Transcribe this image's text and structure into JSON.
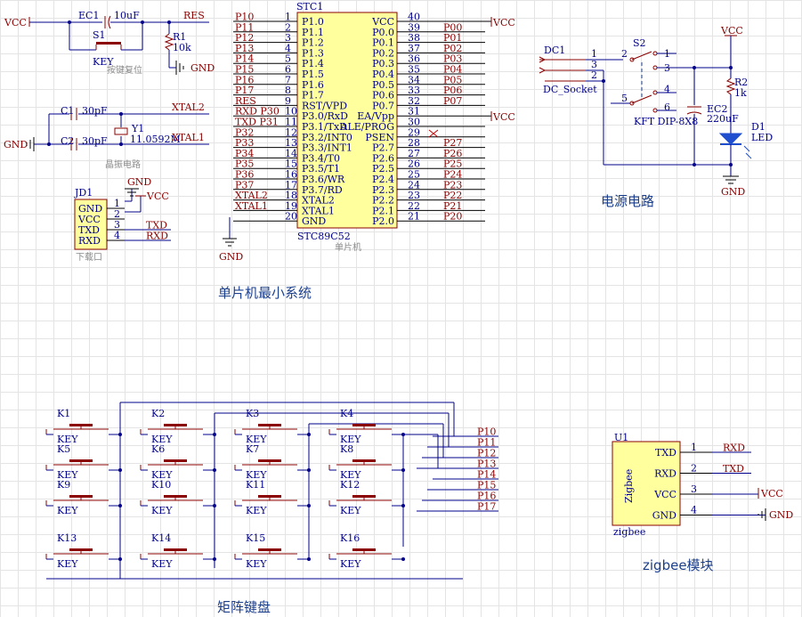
{
  "sections": {
    "mcu": "单片机最小系统",
    "power": "电源电路",
    "keypad": "矩阵键盘",
    "zigbee": "zigbee模块",
    "reset": "按键复位",
    "crystal": "晶振电路",
    "download": "下载口"
  },
  "mcu": {
    "ref": "STC1",
    "part": "STC89C52",
    "desc": "单片机",
    "left_pins": [
      {
        "num": "1",
        "pin": "P1.0",
        "net": "P10"
      },
      {
        "num": "2",
        "pin": "P1.1",
        "net": "P11"
      },
      {
        "num": "3",
        "pin": "P1.2",
        "net": "P12"
      },
      {
        "num": "4",
        "pin": "P1.3",
        "net": "P13"
      },
      {
        "num": "5",
        "pin": "P1.4",
        "net": "P14"
      },
      {
        "num": "6",
        "pin": "P1.5",
        "net": "P15"
      },
      {
        "num": "7",
        "pin": "P1.6",
        "net": "P16"
      },
      {
        "num": "8",
        "pin": "P1.7",
        "net": "P17"
      },
      {
        "num": "9",
        "pin": "RST/VPD",
        "net": "RES"
      },
      {
        "num": "10",
        "pin": "P3.0/RxD",
        "net": "RXD P30"
      },
      {
        "num": "11",
        "pin": "P3.1/TxD",
        "net": "TXD P31"
      },
      {
        "num": "12",
        "pin": "P3.2/INT0",
        "net": "P32"
      },
      {
        "num": "13",
        "pin": "P3.3/INT1",
        "net": "P33"
      },
      {
        "num": "14",
        "pin": "P3.4/T0",
        "net": "P34"
      },
      {
        "num": "15",
        "pin": "P3.5/T1",
        "net": "P35"
      },
      {
        "num": "16",
        "pin": "P3.6/WR",
        "net": "P36"
      },
      {
        "num": "17",
        "pin": "P3.7/RD",
        "net": "P37"
      },
      {
        "num": "18",
        "pin": "XTAL2",
        "net": "XTAL2"
      },
      {
        "num": "19",
        "pin": "XTAL1",
        "net": "XTAL1"
      },
      {
        "num": "20",
        "pin": "GND",
        "net": ""
      }
    ],
    "right_pins": [
      {
        "num": "40",
        "pin": "VCC",
        "net": ""
      },
      {
        "num": "39",
        "pin": "P0.0",
        "net": "P00"
      },
      {
        "num": "38",
        "pin": "P0.1",
        "net": "P01"
      },
      {
        "num": "37",
        "pin": "P0.2",
        "net": "P02"
      },
      {
        "num": "36",
        "pin": "P0.3",
        "net": "P03"
      },
      {
        "num": "35",
        "pin": "P0.4",
        "net": "P04"
      },
      {
        "num": "34",
        "pin": "P0.5",
        "net": "P05"
      },
      {
        "num": "33",
        "pin": "P0.6",
        "net": "P06"
      },
      {
        "num": "32",
        "pin": "P0.7",
        "net": "P07"
      },
      {
        "num": "31",
        "pin": "EA/Vpp",
        "net": ""
      },
      {
        "num": "30",
        "pin": "ALE/PROG",
        "net": ""
      },
      {
        "num": "29",
        "pin": "PSEN",
        "net": ""
      },
      {
        "num": "28",
        "pin": "P2.7",
        "net": "P27"
      },
      {
        "num": "27",
        "pin": "P2.6",
        "net": "P26"
      },
      {
        "num": "26",
        "pin": "P2.5",
        "net": "P25"
      },
      {
        "num": "25",
        "pin": "P2.4",
        "net": "P24"
      },
      {
        "num": "24",
        "pin": "P2.3",
        "net": "P23"
      },
      {
        "num": "23",
        "pin": "P2.2",
        "net": "P22"
      },
      {
        "num": "22",
        "pin": "P2.1",
        "net": "P21"
      },
      {
        "num": "21",
        "pin": "P2.0",
        "net": "P20"
      }
    ]
  },
  "reset": {
    "cap_ref": "EC1",
    "cap_val": "10uF",
    "sw_ref": "S1",
    "sw_val": "KEY",
    "res_ref": "R1",
    "res_val": "10k",
    "net_res": "RES"
  },
  "crystal": {
    "c1": "C1",
    "c1_val": "30pF",
    "c2": "C2",
    "c2_val": "30pF",
    "y_ref": "Y1",
    "y_val": "11.0592M",
    "net_x2": "XTAL2",
    "net_x1": "XTAL1"
  },
  "download": {
    "ref": "JD1",
    "pins": [
      {
        "num": "1",
        "name": "GND",
        "net": ""
      },
      {
        "num": "2",
        "name": "VCC",
        "net": ""
      },
      {
        "num": "3",
        "name": "TXD",
        "net": "TXD"
      },
      {
        "num": "4",
        "name": "RXD",
        "net": "RXD"
      }
    ]
  },
  "power": {
    "dc_ref": "DC1",
    "dc_val": "DC_Socket",
    "dc_pins": [
      "1",
      "2",
      "3"
    ],
    "sw_ref": "S2",
    "sw_val": "KFT DIP-8X8",
    "sw_pins": [
      "1",
      "2",
      "3",
      "4",
      "5",
      "6"
    ],
    "cap_ref": "EC2",
    "cap_val": "220uF",
    "res_ref": "R2",
    "res_val": "1k",
    "led_ref": "D1",
    "led_val": "LED"
  },
  "keypad": {
    "keys": [
      "K1",
      "K2",
      "K3",
      "K4",
      "K5",
      "K6",
      "K7",
      "K8",
      "K9",
      "K10",
      "K11",
      "K12",
      "K13",
      "K14",
      "K15",
      "K16"
    ],
    "key_val": "KEY",
    "nets": [
      "P10",
      "P11",
      "P12",
      "P13",
      "P14",
      "P15",
      "P16",
      "P17"
    ]
  },
  "zigbee": {
    "ref": "U1",
    "body_label": "Zigbee",
    "name": "zigbee",
    "pins": [
      {
        "num": "1",
        "name": "TXD",
        "net": "RXD"
      },
      {
        "num": "2",
        "name": "RXD",
        "net": "TXD"
      },
      {
        "num": "3",
        "name": "VCC",
        "net": ""
      },
      {
        "num": "4",
        "name": "GND",
        "net": ""
      }
    ]
  },
  "power_labels": {
    "vcc": "VCC",
    "gnd": "GND"
  }
}
